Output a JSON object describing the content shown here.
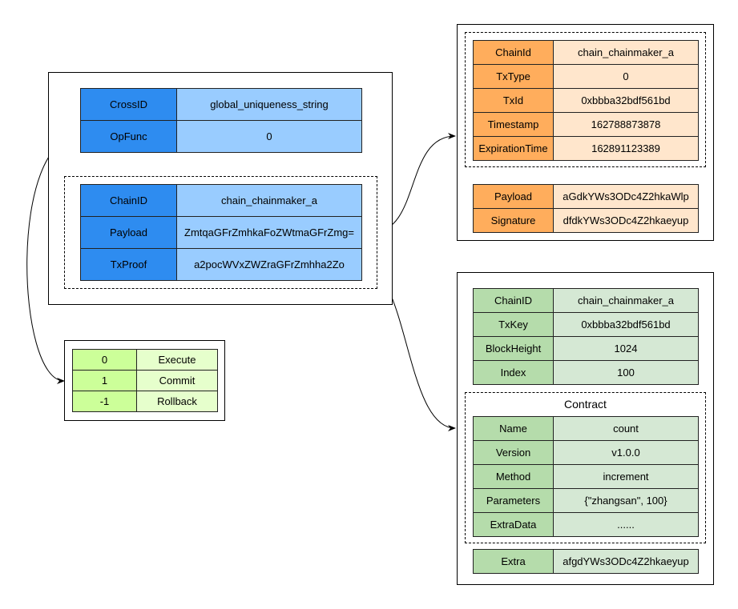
{
  "cross_msg": {
    "rows": [
      {
        "key": "CrossID",
        "value": "global_uniqueness_string"
      },
      {
        "key": "OpFunc",
        "value": "0"
      }
    ],
    "tx": [
      {
        "key": "ChainID",
        "value": "chain_chainmaker_a"
      },
      {
        "key": "Payload",
        "value": "ZmtqaGFrZmhkaFoZWtmaGFrZmg="
      },
      {
        "key": "TxProof",
        "value": "a2pocWVxZWZraGFrZmhha2Zo"
      }
    ]
  },
  "opfunc_legend": [
    {
      "code": "0",
      "name": "Execute"
    },
    {
      "code": "1",
      "name": "Commit"
    },
    {
      "code": "-1",
      "name": "Rollback"
    }
  ],
  "payload_detail": {
    "header": [
      {
        "key": "ChainId",
        "value": "chain_chainmaker_a"
      },
      {
        "key": "TxType",
        "value": "0"
      },
      {
        "key": "TxId",
        "value": "0xbbba32bdf561bd"
      },
      {
        "key": "Timestamp",
        "value": "162788873878"
      },
      {
        "key": "ExpirationTime",
        "value": "162891123389"
      }
    ],
    "extra": [
      {
        "key": "Payload",
        "value": "aGdkYWs3ODc4Z2hkaWlp"
      },
      {
        "key": "Signature",
        "value": "dfdkYWs3ODc4Z2hkaeyup"
      }
    ]
  },
  "proof_detail": {
    "header": [
      {
        "key": "ChainID",
        "value": "chain_chainmaker_a"
      },
      {
        "key": "TxKey",
        "value": "0xbbba32bdf561bd"
      },
      {
        "key": "BlockHeight",
        "value": "1024"
      },
      {
        "key": "Index",
        "value": "100"
      }
    ],
    "contract_title": "Contract",
    "contract": [
      {
        "key": "Name",
        "value": "count"
      },
      {
        "key": "Version",
        "value": "v1.0.0"
      },
      {
        "key": "Method",
        "value": "increment"
      },
      {
        "key": "Parameters",
        "value": "{\"zhangsan\", 100}"
      },
      {
        "key": "ExtraData",
        "value": "......"
      }
    ],
    "extra": [
      {
        "key": "Extra",
        "value": "afgdYWs3ODc4Z2hkaeyup"
      }
    ]
  }
}
